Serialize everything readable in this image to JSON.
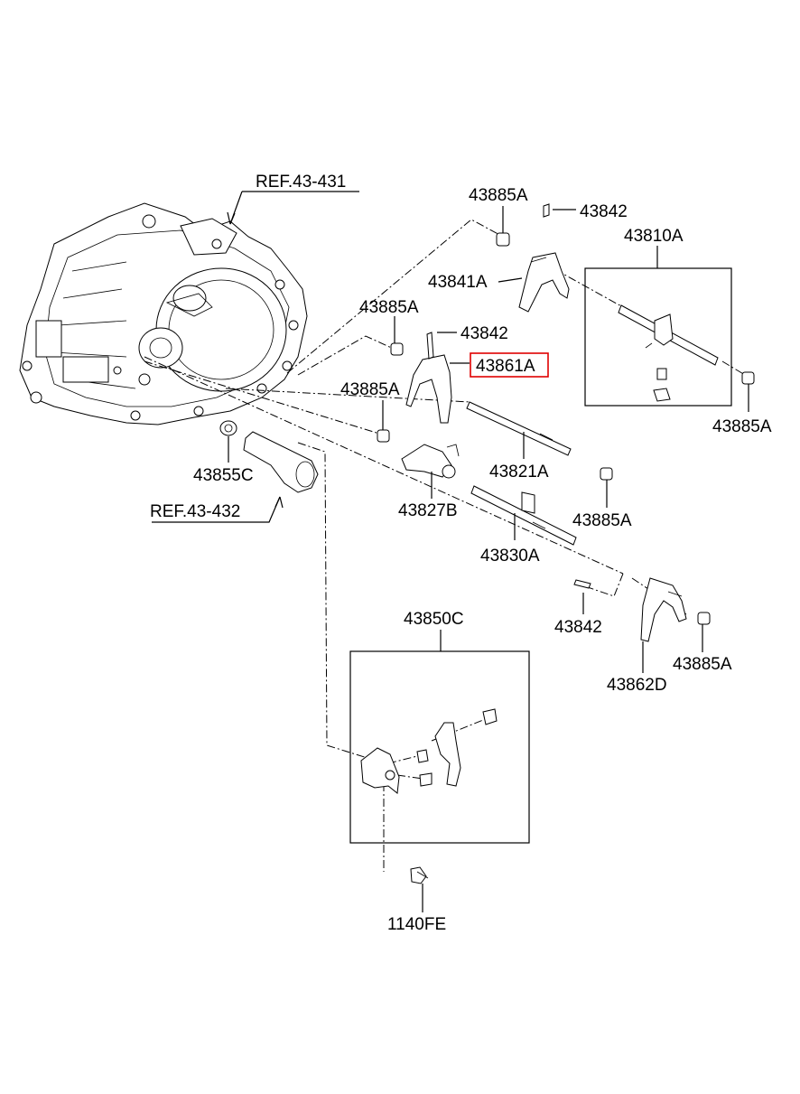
{
  "labels": {
    "ref_431": "REF.43-431",
    "ref_432": "REF.43-432",
    "p43885A_1": "43885A",
    "p43842_1": "43842",
    "p43810A": "43810A",
    "p43841A": "43841A",
    "p43885A_2": "43885A",
    "p43842_2": "43842",
    "p43861A": "43861A",
    "p43885A_3": "43885A",
    "p43885A_4": "43885A",
    "p43821A": "43821A",
    "p43855C": "43855C",
    "p43827B": "43827B",
    "p43885A_5": "43885A",
    "p43830A": "43830A",
    "p43842_3": "43842",
    "p43885A_6": "43885A",
    "p43862D": "43862D",
    "p43850C": "43850C",
    "p1140FE": "1140FE"
  },
  "highlight_color": "#e00000"
}
